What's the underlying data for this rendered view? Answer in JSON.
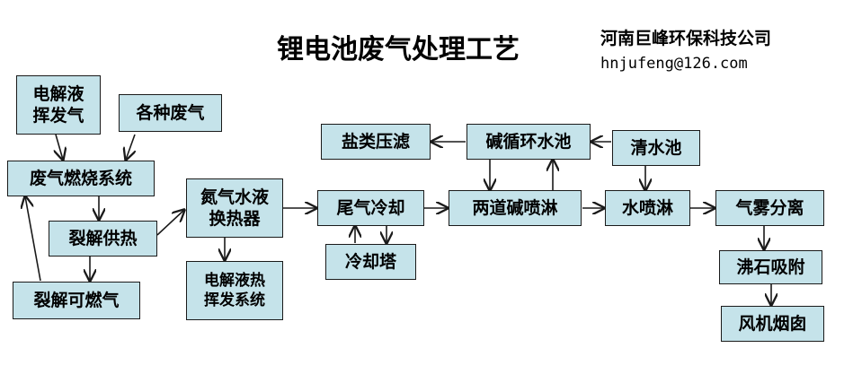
{
  "title": "锂电池废气处理工艺",
  "company": {
    "name": "河南巨峰环保科技公司",
    "email": "hnjufeng@126.com"
  },
  "nodes": {
    "electrolyte_gas": "电解液\n挥发气",
    "various_waste_gas": "各种废气",
    "waste_gas_combustion": "废气燃烧系统",
    "pyrolysis_heating": "裂解供热",
    "pyrolysis_combustible_gas": "裂解可燃气",
    "ammonia_water_heat_exchanger": "氮气水液\n换热器",
    "electrolyte_heat_volatile_system": "电解液热\n挥发系统",
    "tail_gas_cooling": "尾气冷却",
    "cooling_tower": "冷却塔",
    "salt_filter_press": "盐类压滤",
    "alkali_circulation_pool": "碱循环水池",
    "clear_water_pool": "清水池",
    "two_stage_alkali_spray": "两道碱喷淋",
    "water_spray": "水喷淋",
    "mist_separation": "气雾分离",
    "zeolite_adsorption": "沸石吸附",
    "fan_chimney": "风机烟囱"
  },
  "colors": {
    "node_fill": "#c5e3ea",
    "stroke": "#1a1a1a"
  }
}
